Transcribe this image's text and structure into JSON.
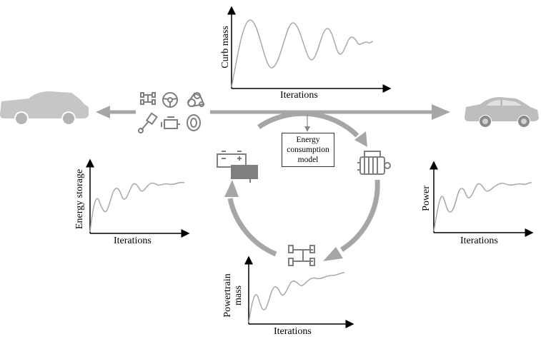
{
  "colors": {
    "arrow": "#a6a6a6",
    "curve": "#a8a8a8",
    "axis": "#000000",
    "icon": "#7f7f7f",
    "car": "#c6c6c6"
  },
  "charts": {
    "curb_mass": {
      "ylabel": "Curb mass",
      "xlabel": "Iterations"
    },
    "energy_storage": {
      "ylabel": "Energy storage",
      "xlabel": "Iterations"
    },
    "power": {
      "ylabel": "Power",
      "xlabel": "Iterations"
    },
    "powertrain_mass": {
      "ylabel_line1": "Powertrain",
      "ylabel_line2": "mass",
      "xlabel": "Iterations"
    }
  },
  "model_box": {
    "line1": "Energy",
    "line2": "consumption",
    "line3": "model"
  },
  "icons": [
    "car-outline-icon",
    "chassis-icon",
    "steering-wheel-icon",
    "belt-drive-icon",
    "piston-icon",
    "engine-icon",
    "tire-icon",
    "battery-icon",
    "motor-icon",
    "drivetrain-icon",
    "car-detailed-icon"
  ]
}
